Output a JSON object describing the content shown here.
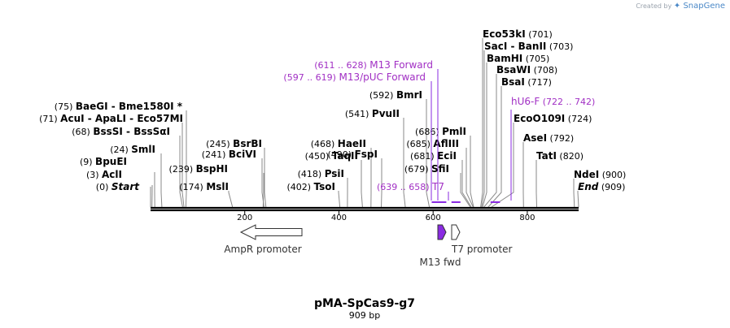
{
  "app": {
    "credit_prefix": "Created by",
    "credit_brand": "SnapGene"
  },
  "map": {
    "name": "pMA-SpCas9-g7",
    "length_label": "909 bp",
    "length_bp": 909,
    "ticks": [
      {
        "pos": 200,
        "label": "200"
      },
      {
        "pos": 400,
        "label": "400"
      },
      {
        "pos": 600,
        "label": "600"
      },
      {
        "pos": 800,
        "label": "800"
      }
    ]
  },
  "sites": [
    {
      "name": "Start",
      "pos": 0,
      "label": "(0)",
      "italic": true
    },
    {
      "name": "AclI",
      "pos": 3,
      "label": "(3)"
    },
    {
      "name": "BpuEI",
      "pos": 9,
      "label": "(9)"
    },
    {
      "name": "SmlI",
      "pos": 24,
      "label": "(24)"
    },
    {
      "name": "BssSI  -  BssSαI",
      "pos": 68,
      "label": "(68)"
    },
    {
      "name": "AcuI  -  ApaLI  -  Eco57MI",
      "pos": 71,
      "label": "(71)"
    },
    {
      "name": "BaeGI  -  Bme1580I *",
      "pos": 75,
      "label": "(75)"
    },
    {
      "name": "MslI",
      "pos": 174,
      "label": "(174)"
    },
    {
      "name": "BspHI",
      "pos": 239,
      "label": "(239)"
    },
    {
      "name": "BciVI",
      "pos": 241,
      "label": "(241)"
    },
    {
      "name": "BsrBI",
      "pos": 245,
      "label": "(245)"
    },
    {
      "name": "TsoI",
      "pos": 402,
      "label": "(402)"
    },
    {
      "name": "PsiI",
      "pos": 418,
      "label": "(418)"
    },
    {
      "name": "TaqII",
      "pos": 450,
      "label": "(450)"
    },
    {
      "name": "HaeII",
      "pos": 468,
      "label": "(468)"
    },
    {
      "name": "FspI",
      "pos": 490,
      "label": "(490)"
    },
    {
      "name": "PvuII",
      "pos": 541,
      "label": "(541)"
    },
    {
      "name": "BmrI",
      "pos": 592,
      "label": "(592)"
    },
    {
      "name": "SfiI",
      "pos": 679,
      "label": "(679)"
    },
    {
      "name": "EciI",
      "pos": 681,
      "label": "(681)"
    },
    {
      "name": "AflIII",
      "pos": 685,
      "label": "(685)"
    },
    {
      "name": "PmlI",
      "pos": 686,
      "label": "(686)"
    },
    {
      "name": "Eco53kI",
      "pos": 701,
      "label": "(701)"
    },
    {
      "name": "SacI  -  BanII",
      "pos": 703,
      "label": "(703)"
    },
    {
      "name": "BamHI",
      "pos": 705,
      "label": "(705)"
    },
    {
      "name": "BsaWI",
      "pos": 708,
      "label": "(708)"
    },
    {
      "name": "BsaI",
      "pos": 717,
      "label": "(717)"
    },
    {
      "name": "EcoO109I",
      "pos": 724,
      "label": "(724)"
    },
    {
      "name": "AseI",
      "pos": 792,
      "label": "(792)"
    },
    {
      "name": "TatI",
      "pos": 820,
      "label": "(820)"
    },
    {
      "name": "NdeI",
      "pos": 900,
      "label": "(900)"
    },
    {
      "name": "End",
      "pos": 909,
      "label": "(909)",
      "italic": true
    }
  ],
  "primers": [
    {
      "name": "M13 Forward",
      "range": "(611 .. 628)",
      "start": 611,
      "end": 628
    },
    {
      "name": "M13/pUC Forward",
      "range": "(597 .. 619)",
      "start": 597,
      "end": 619
    },
    {
      "name": "hU6-F",
      "range": "(722 .. 742)",
      "start": 722,
      "end": 742
    },
    {
      "name": "T7",
      "range": "(639 .. 658)",
      "start": 639,
      "end": 658
    }
  ],
  "features": [
    {
      "name": "AmpR promoter",
      "direction": "left",
      "start": 190,
      "end": 295,
      "color": "#ffffff"
    },
    {
      "name": "M13 fwd",
      "direction": "right",
      "start": 606,
      "end": 622,
      "color": "#8a2be2"
    },
    {
      "name": "T7 promoter",
      "direction": "right",
      "start": 641,
      "end": 659,
      "color": "#ffffff"
    }
  ],
  "colors": {
    "enzyme": "#000000",
    "primer": "#a12fc4",
    "primer_bar": "#8a2be2",
    "backbone": "#000000"
  }
}
